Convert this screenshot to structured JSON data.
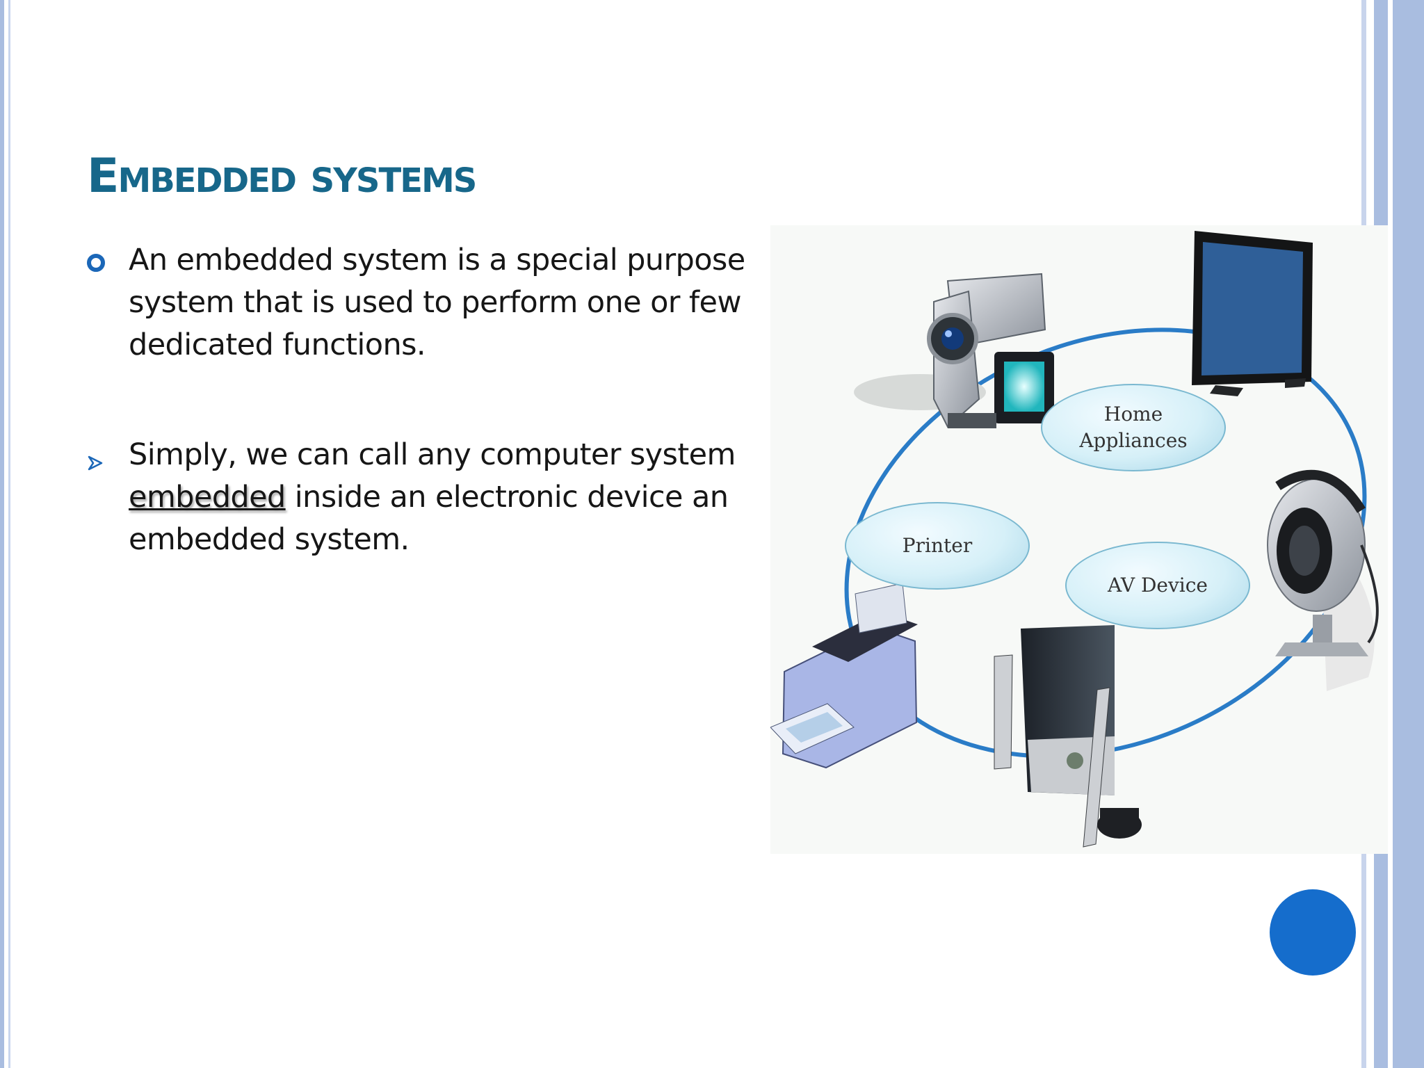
{
  "slide": {
    "title": "Embedded systems",
    "bullets": [
      {
        "marker": "circle-bullet-icon",
        "text": "An embedded system is a special purpose system   that is used to perform one or few dedicated functions."
      },
      {
        "marker": "arrow-bullet-icon",
        "text_emphasized": "embedded",
        "text_prefix": "Simply, we can call any computer system ",
        "text_suffix": " inside an electronic device an embedded system."
      }
    ]
  },
  "diagram": {
    "nodes": {
      "home": {
        "line1": "Home",
        "line2": "Appliances"
      },
      "printer": "Printer",
      "av": "AV Device"
    },
    "devices": [
      "video-camera-icon",
      "flat-screen-tv-icon",
      "webcam-headset-icon",
      "speaker-system-icon",
      "printer-icon"
    ]
  },
  "navigation": {
    "next_button_icon": "circle-button"
  },
  "colors": {
    "title": "#17678a",
    "bullet_marker": "#1b67b8",
    "ring": "#2a7cc7",
    "nav_button": "#156dcc",
    "frame_edge": "#a9bde0"
  }
}
